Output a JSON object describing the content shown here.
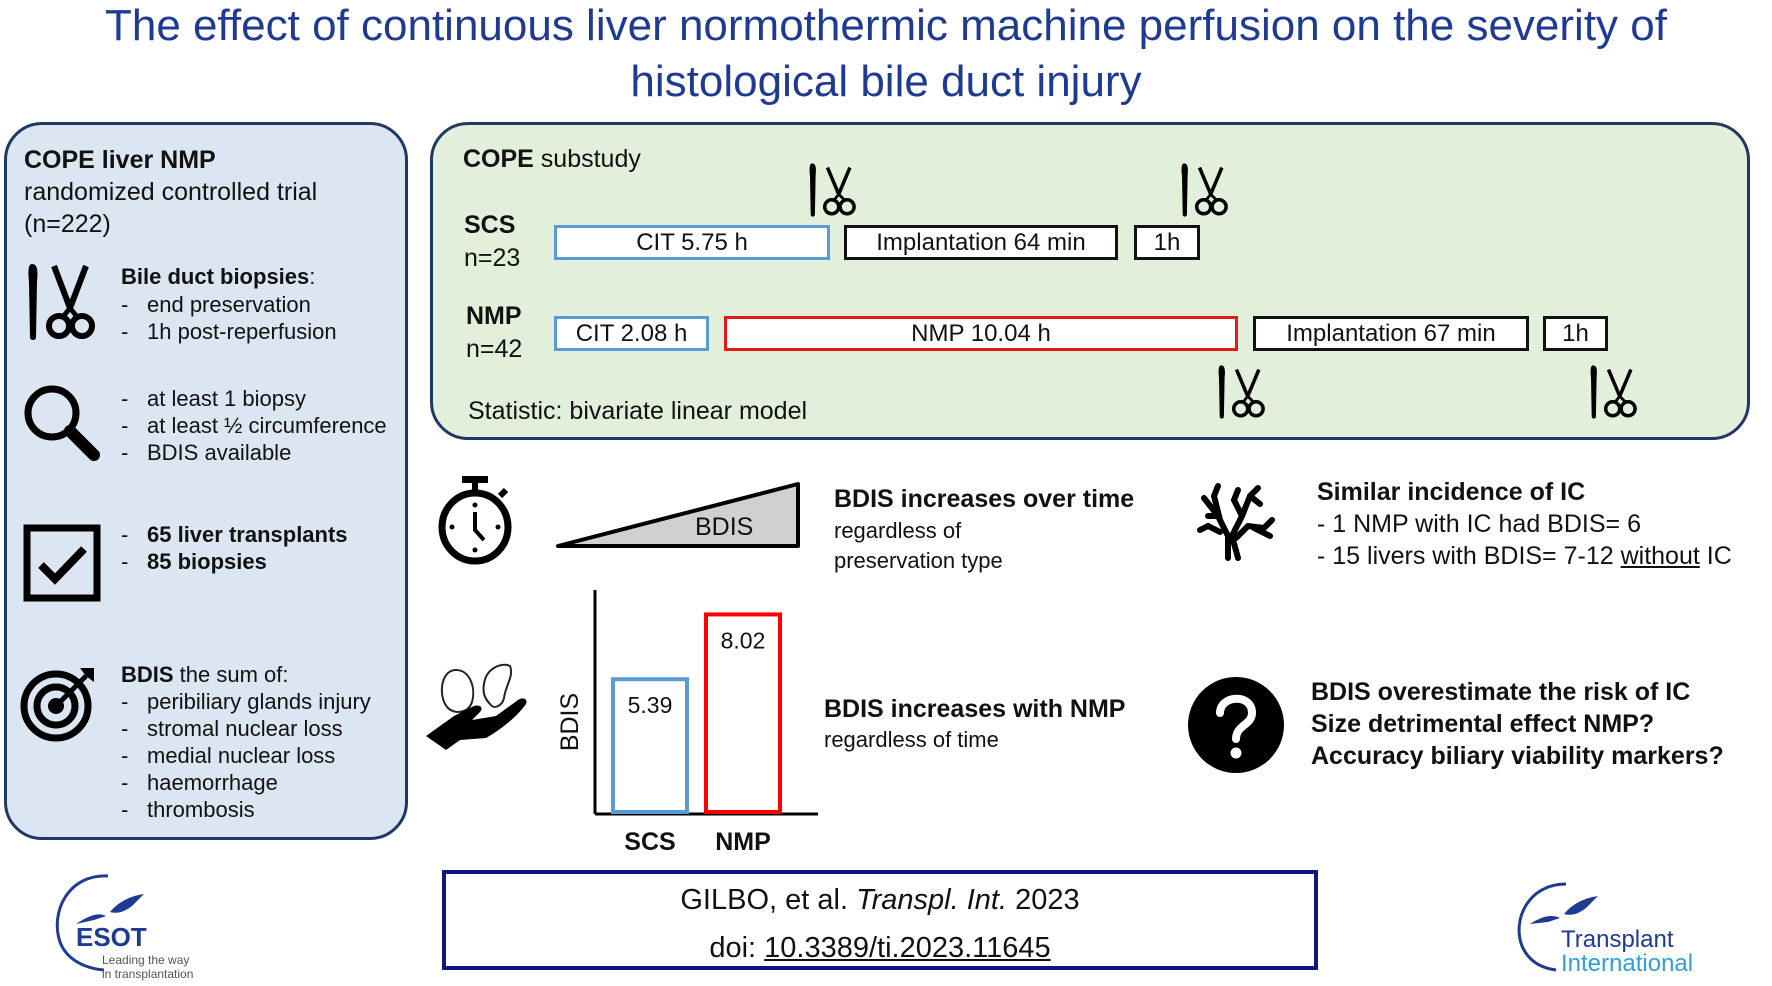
{
  "title": {
    "line1": "The effect of continuous liver normothermic machine perfusion on the severity of",
    "line2": "histological bile duct injury"
  },
  "left_panel": {
    "heading": "COPE liver NMP",
    "subheading": "randomized controlled trial",
    "n": "(n=222)",
    "biopsies": {
      "icon": "scalpel-scissors-icon",
      "title": "Bile duct biopsies",
      "title_suffix": ":",
      "items": [
        "end preservation",
        "1h post-reperfusion"
      ]
    },
    "criteria": {
      "icon": "magnifier-icon",
      "items": [
        "at least 1 biopsy",
        "at least ½ circumference",
        "BDIS available"
      ]
    },
    "included": {
      "icon": "checkbox-icon",
      "items": [
        "65 liver transplants",
        "85 biopsies"
      ]
    },
    "bdis": {
      "icon": "target-icon",
      "title_bold": "BDIS",
      "title_rest": " the sum of:",
      "items": [
        "peribiliary glands injury",
        "stromal nuclear loss",
        "medial nuclear loss",
        "haemorrhage",
        "thrombosis"
      ]
    },
    "dash": "-"
  },
  "substudy": {
    "heading_bold": "COPE",
    "heading_rest": " substudy",
    "groups": [
      {
        "name": "SCS",
        "n": "n=23",
        "segments": [
          {
            "label": "CIT 5.75 h",
            "type": "cit"
          },
          {
            "label": "Implantation 64 min",
            "type": "implant"
          },
          {
            "label": "1h",
            "type": "reperfusion"
          }
        ]
      },
      {
        "name": "NMP",
        "n": "n=42",
        "segments": [
          {
            "label": "CIT 2.08 h",
            "type": "cit"
          },
          {
            "label": "NMP 10.04 h",
            "type": "nmp"
          },
          {
            "label": "Implantation 67 min",
            "type": "implant"
          },
          {
            "label": "1h",
            "type": "reperfusion"
          }
        ]
      }
    ],
    "statistic": "Statistic: bivariate linear model"
  },
  "findings": {
    "time": {
      "icon": "stopwatch-icon",
      "wedge_label": "BDIS",
      "title": "BDIS increases over time",
      "line1": "regardless  of",
      "line2": "preservation  type"
    },
    "nmp": {
      "icon": "hand-liver-icon",
      "title": "BDIS increases with NMP",
      "line1": "regardless  of time"
    },
    "ic": {
      "icon": "bile-duct-tree-icon",
      "title": "Similar incidence of IC",
      "line1": "- 1 NMP with  IC had BDIS= 6",
      "line2_pre": "- 15 livers with BDIS= 7-12 ",
      "line2_u": "without",
      "line2_post": " IC"
    },
    "questions": {
      "icon": "question-circle-icon",
      "lines": [
        "BDIS overestimate the risk of IC",
        "Size detrimental effect NMP?",
        "Accuracy biliary viability markers?"
      ]
    }
  },
  "chart_data": {
    "type": "bar",
    "title": "",
    "xlabel": "",
    "ylabel": "BDIS",
    "categories": [
      "SCS",
      "NMP"
    ],
    "values": [
      5.39,
      8.02
    ],
    "value_labels": [
      "5.39",
      "8.02"
    ],
    "colors": [
      "#5b9bd5",
      "#ff0000"
    ],
    "ylim": [
      0,
      10
    ],
    "grid": false,
    "legend": "none"
  },
  "reference": {
    "authors": "GILBO, et al. ",
    "journal": "Transpl. Int.",
    "year": " 2023",
    "doi_prefix": "doi: ",
    "doi": "10.3389/ti.2023.11645"
  },
  "logos": {
    "esot": {
      "name": "ESOT",
      "tagline1": "Leading the way",
      "tagline2": "in transplantation",
      "color": "#1f3a93"
    },
    "ti": {
      "line1": "Transplant",
      "line2": "International",
      "color1": "#1f3a93",
      "color2": "#2e9fd8"
    }
  },
  "colors": {
    "title": "#1f3a93",
    "left_panel_bg": "#dce6f2",
    "top_panel_bg": "#e2efda",
    "panel_border": "#1f3864",
    "cit": "#5b9bd5",
    "nmp": "#e31a1c",
    "ref_border": "#10167f"
  }
}
